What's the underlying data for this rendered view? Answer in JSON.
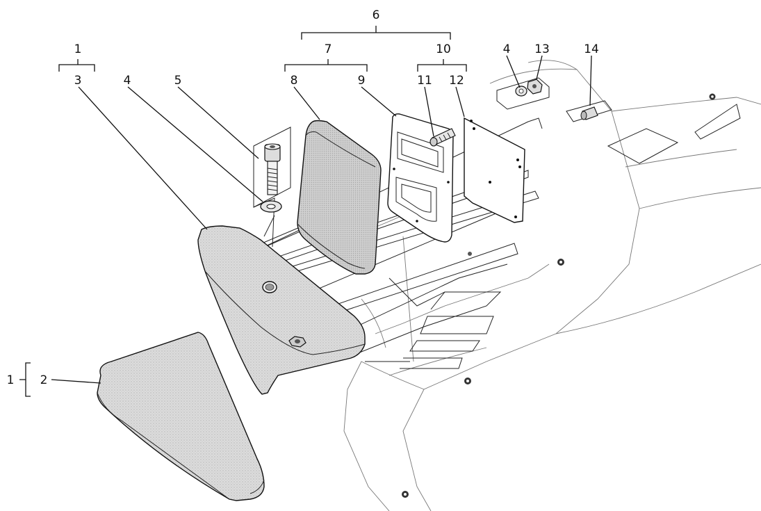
{
  "callouts": {
    "c1_top": "1",
    "c3": "3",
    "c4_left": "4",
    "c5": "5",
    "c6": "6",
    "c7": "7",
    "c8": "8",
    "c9": "9",
    "c10": "10",
    "c11": "11",
    "c12": "12",
    "c4_right": "4",
    "c13": "13",
    "c14": "14",
    "c1_left": "1",
    "c2": "2"
  },
  "colors": {
    "line": "#111111",
    "part_fill": "#d6d6d6",
    "background": "#ffffff"
  }
}
